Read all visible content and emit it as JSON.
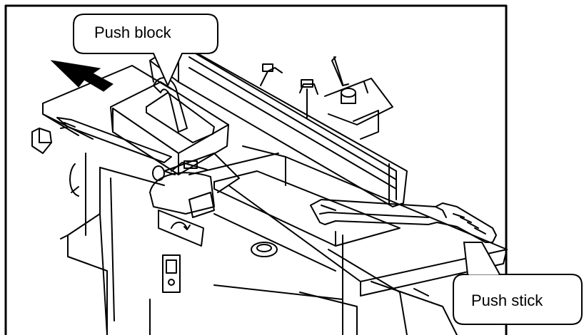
{
  "diagram": {
    "callouts": [
      {
        "id": "push-block",
        "label": "Push block"
      },
      {
        "id": "push-stick",
        "label": "Push stick"
      }
    ]
  },
  "colors": {
    "line": "#000000",
    "background": "#ffffff"
  }
}
